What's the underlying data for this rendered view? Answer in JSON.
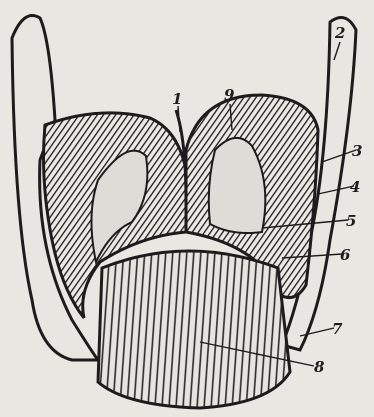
{
  "figure": {
    "labels": [
      "1",
      "2",
      "3",
      "4",
      "5",
      "6",
      "7",
      "8",
      "9"
    ]
  },
  "colors": {
    "ink": "#1c1c1c",
    "paper": "#e9e7e2",
    "light_fill": "#d9d7d1"
  }
}
